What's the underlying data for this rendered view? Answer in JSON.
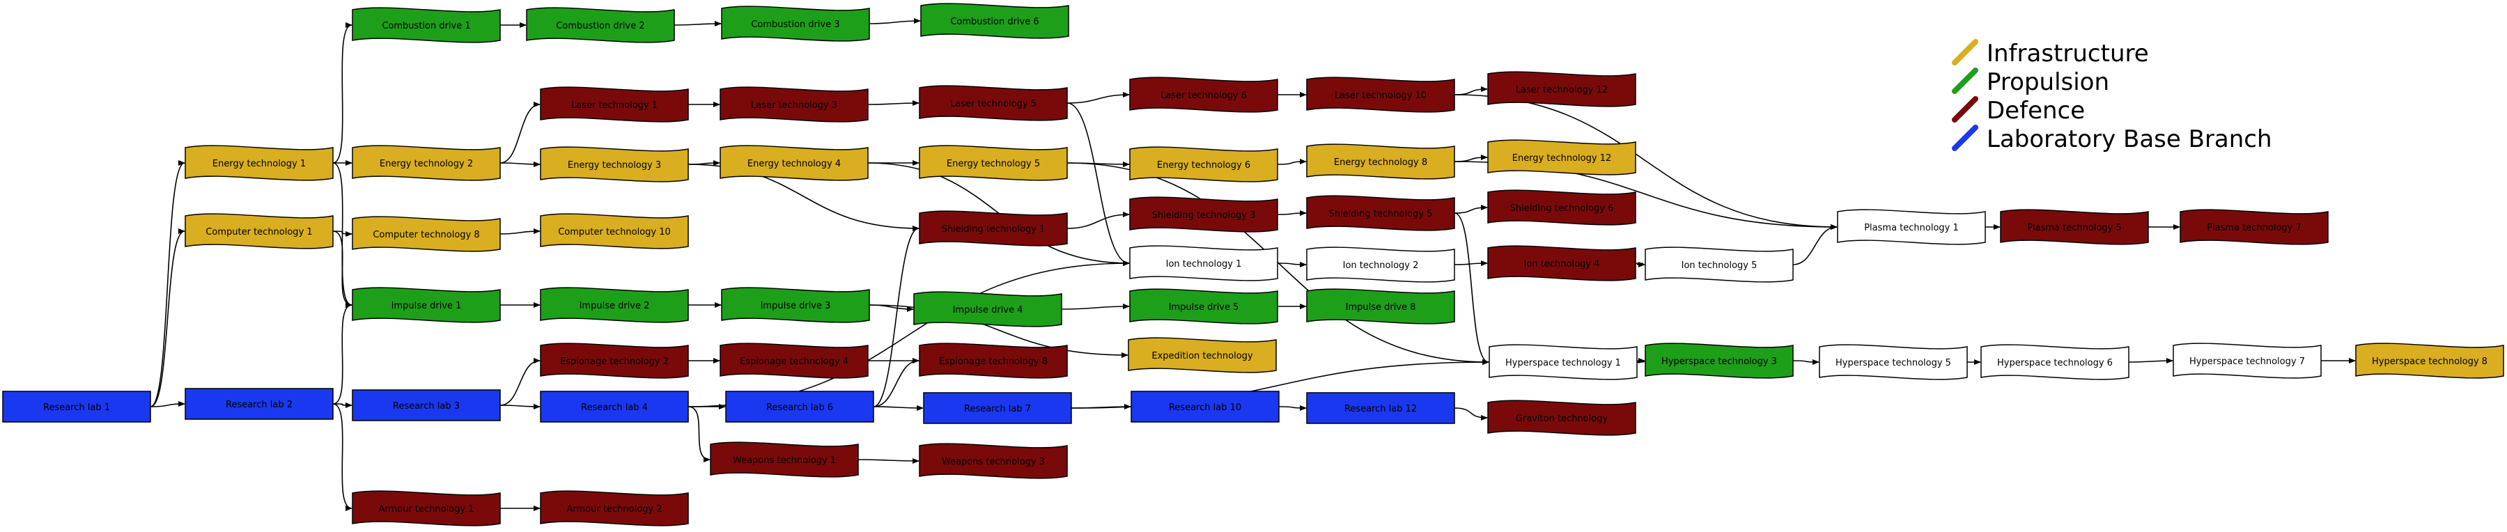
{
  "colors": {
    "infra": "#d9ae20",
    "prop": "#1e9f1a",
    "def": "#7a0a0a",
    "lab": "#1a38f0",
    "none": "#ffffff",
    "edge": "#000000"
  },
  "legend": [
    {
      "label": "Infrastructure",
      "color": "#d9ae20"
    },
    {
      "label": "Propulsion",
      "color": "#1e9f1a"
    },
    {
      "label": "Defence",
      "color": "#7a0a0a"
    },
    {
      "label": "Laboratory Base Branch",
      "color": "#1a38f0"
    }
  ],
  "nodes": [
    {
      "id": "rl1",
      "label": "Research lab 1",
      "cat": "lab"
    },
    {
      "id": "rl2",
      "label": "Research lab 2",
      "cat": "lab"
    },
    {
      "id": "rl3",
      "label": "Research lab 3",
      "cat": "lab"
    },
    {
      "id": "rl4",
      "label": "Research lab 4",
      "cat": "lab"
    },
    {
      "id": "rl6",
      "label": "Research lab 6",
      "cat": "lab"
    },
    {
      "id": "rl7",
      "label": "Research lab 7",
      "cat": "lab"
    },
    {
      "id": "rl10",
      "label": "Research lab 10",
      "cat": "lab"
    },
    {
      "id": "rl12",
      "label": "Research lab 12",
      "cat": "lab"
    },
    {
      "id": "en1",
      "label": "Energy technology 1",
      "cat": "infra"
    },
    {
      "id": "en2",
      "label": "Energy technology 2",
      "cat": "infra"
    },
    {
      "id": "en3",
      "label": "Energy technology 3",
      "cat": "infra"
    },
    {
      "id": "en4",
      "label": "Energy technology 4",
      "cat": "infra"
    },
    {
      "id": "en5",
      "label": "Energy technology 5",
      "cat": "infra"
    },
    {
      "id": "en6",
      "label": "Energy technology 6",
      "cat": "infra"
    },
    {
      "id": "en8",
      "label": "Energy technology 8",
      "cat": "infra"
    },
    {
      "id": "en12",
      "label": "Energy technology 12",
      "cat": "infra"
    },
    {
      "id": "co1",
      "label": "Computer technology 1",
      "cat": "infra"
    },
    {
      "id": "co8",
      "label": "Computer technology 8",
      "cat": "infra"
    },
    {
      "id": "co10",
      "label": "Computer technology 10",
      "cat": "infra"
    },
    {
      "id": "exp",
      "label": "Expedition technology",
      "cat": "infra"
    },
    {
      "id": "cd1",
      "label": "Combustion drive 1",
      "cat": "prop"
    },
    {
      "id": "cd2",
      "label": "Combustion drive 2",
      "cat": "prop"
    },
    {
      "id": "cd3",
      "label": "Combustion drive 3",
      "cat": "prop"
    },
    {
      "id": "cd6",
      "label": "Combustion drive 6",
      "cat": "prop"
    },
    {
      "id": "id1",
      "label": "Impulse drive 1",
      "cat": "prop"
    },
    {
      "id": "id2",
      "label": "Impulse drive 2",
      "cat": "prop"
    },
    {
      "id": "id3",
      "label": "Impulse drive 3",
      "cat": "prop"
    },
    {
      "id": "id4",
      "label": "Impulse drive 4",
      "cat": "prop"
    },
    {
      "id": "id5",
      "label": "Impulse drive 5",
      "cat": "prop"
    },
    {
      "id": "id8",
      "label": "Impulse drive 8",
      "cat": "prop"
    },
    {
      "id": "hy3",
      "label": "Hyperspace technology 3",
      "cat": "prop"
    },
    {
      "id": "la1",
      "label": "Laser technology 1",
      "cat": "def"
    },
    {
      "id": "la3",
      "label": "Laser technology 3",
      "cat": "def"
    },
    {
      "id": "la5",
      "label": "Laser technology 5",
      "cat": "def"
    },
    {
      "id": "la6",
      "label": "Laser technology 6",
      "cat": "def"
    },
    {
      "id": "la10",
      "label": "Laser technology 10",
      "cat": "def"
    },
    {
      "id": "la12",
      "label": "Laser technology 12",
      "cat": "def"
    },
    {
      "id": "sh1",
      "label": "Shielding technology 1",
      "cat": "def"
    },
    {
      "id": "sh3",
      "label": "Shielding technology 3",
      "cat": "def"
    },
    {
      "id": "sh5",
      "label": "Shielding technology 5",
      "cat": "def"
    },
    {
      "id": "sh6",
      "label": "Shielding technology 6",
      "cat": "def"
    },
    {
      "id": "io4",
      "label": "Ion technology 4",
      "cat": "def"
    },
    {
      "id": "es2",
      "label": "Espionage technology 2",
      "cat": "def"
    },
    {
      "id": "es4",
      "label": "Espionage technology 4",
      "cat": "def"
    },
    {
      "id": "es8",
      "label": "Espionage technology 8",
      "cat": "def"
    },
    {
      "id": "wp1",
      "label": "Weapons technology 1",
      "cat": "def"
    },
    {
      "id": "wp3",
      "label": "Weapons technology 3",
      "cat": "def"
    },
    {
      "id": "ar1",
      "label": "Armour technology 1",
      "cat": "def"
    },
    {
      "id": "ar2",
      "label": "Armour technology 2",
      "cat": "def"
    },
    {
      "id": "gr",
      "label": "Graviton technology",
      "cat": "def"
    },
    {
      "id": "pl5",
      "label": "Plasma technology 5",
      "cat": "def"
    },
    {
      "id": "pl7",
      "label": "Plasma technology 7",
      "cat": "def"
    },
    {
      "id": "io1",
      "label": "Ion technology 1",
      "cat": "none"
    },
    {
      "id": "io2",
      "label": "Ion technology 2",
      "cat": "none"
    },
    {
      "id": "io5",
      "label": "Ion technology 5",
      "cat": "none"
    },
    {
      "id": "pl1",
      "label": "Plasma technology 1",
      "cat": "none"
    },
    {
      "id": "hy1",
      "label": "Hyperspace technology 1",
      "cat": "none"
    },
    {
      "id": "hy5",
      "label": "Hyperspace technology 5",
      "cat": "none"
    },
    {
      "id": "hy6",
      "label": "Hyperspace technology 6",
      "cat": "none"
    },
    {
      "id": "hy7",
      "label": "Hyperspace technology 7",
      "cat": "none"
    },
    {
      "id": "hy8",
      "label": "Hyperspace technology 8",
      "cat": "infra"
    }
  ],
  "edges": [
    [
      "rl1",
      "en1"
    ],
    [
      "rl1",
      "co1"
    ],
    [
      "rl1",
      "rl2"
    ],
    [
      "rl2",
      "rl3"
    ],
    [
      "rl2",
      "id1"
    ],
    [
      "rl2",
      "ar1"
    ],
    [
      "rl3",
      "rl4"
    ],
    [
      "rl3",
      "es2"
    ],
    [
      "rl4",
      "rl6"
    ],
    [
      "rl4",
      "wp1"
    ],
    [
      "rl4",
      "io1"
    ],
    [
      "rl6",
      "rl7"
    ],
    [
      "rl6",
      "sh1"
    ],
    [
      "rl6",
      "es8"
    ],
    [
      "rl7",
      "rl10"
    ],
    [
      "rl7",
      "hy1"
    ],
    [
      "rl10",
      "rl12"
    ],
    [
      "rl12",
      "gr"
    ],
    [
      "en1",
      "cd1"
    ],
    [
      "en1",
      "en2"
    ],
    [
      "en1",
      "id1"
    ],
    [
      "co1",
      "co8"
    ],
    [
      "co1",
      "id1"
    ],
    [
      "co8",
      "co10"
    ],
    [
      "cd1",
      "cd2"
    ],
    [
      "cd2",
      "cd3"
    ],
    [
      "cd3",
      "cd6"
    ],
    [
      "en2",
      "la1"
    ],
    [
      "en2",
      "en3"
    ],
    [
      "la1",
      "la3"
    ],
    [
      "la3",
      "la5"
    ],
    [
      "la5",
      "la6"
    ],
    [
      "la6",
      "la10"
    ],
    [
      "la10",
      "la12"
    ],
    [
      "la5",
      "io1"
    ],
    [
      "la10",
      "pl1"
    ],
    [
      "en3",
      "en4"
    ],
    [
      "en3",
      "sh1"
    ],
    [
      "en4",
      "en5"
    ],
    [
      "en4",
      "io1"
    ],
    [
      "en5",
      "en6"
    ],
    [
      "en5",
      "hy1"
    ],
    [
      "en6",
      "en8"
    ],
    [
      "en8",
      "en12"
    ],
    [
      "en8",
      "pl1"
    ],
    [
      "sh1",
      "sh3"
    ],
    [
      "sh3",
      "sh5"
    ],
    [
      "sh5",
      "sh6"
    ],
    [
      "sh5",
      "hy1"
    ],
    [
      "io1",
      "io2"
    ],
    [
      "io2",
      "io4"
    ],
    [
      "io4",
      "io5"
    ],
    [
      "io5",
      "pl1"
    ],
    [
      "pl1",
      "pl5"
    ],
    [
      "pl5",
      "pl7"
    ],
    [
      "id1",
      "id2"
    ],
    [
      "id2",
      "id3"
    ],
    [
      "id3",
      "id4"
    ],
    [
      "id3",
      "exp"
    ],
    [
      "id4",
      "id5"
    ],
    [
      "id5",
      "id8"
    ],
    [
      "es2",
      "es4"
    ],
    [
      "es4",
      "es8"
    ],
    [
      "wp1",
      "wp3"
    ],
    [
      "ar1",
      "ar2"
    ],
    [
      "hy1",
      "hy3"
    ],
    [
      "hy3",
      "hy5"
    ],
    [
      "hy5",
      "hy6"
    ],
    [
      "hy6",
      "hy7"
    ],
    [
      "hy7",
      "hy8"
    ]
  ]
}
